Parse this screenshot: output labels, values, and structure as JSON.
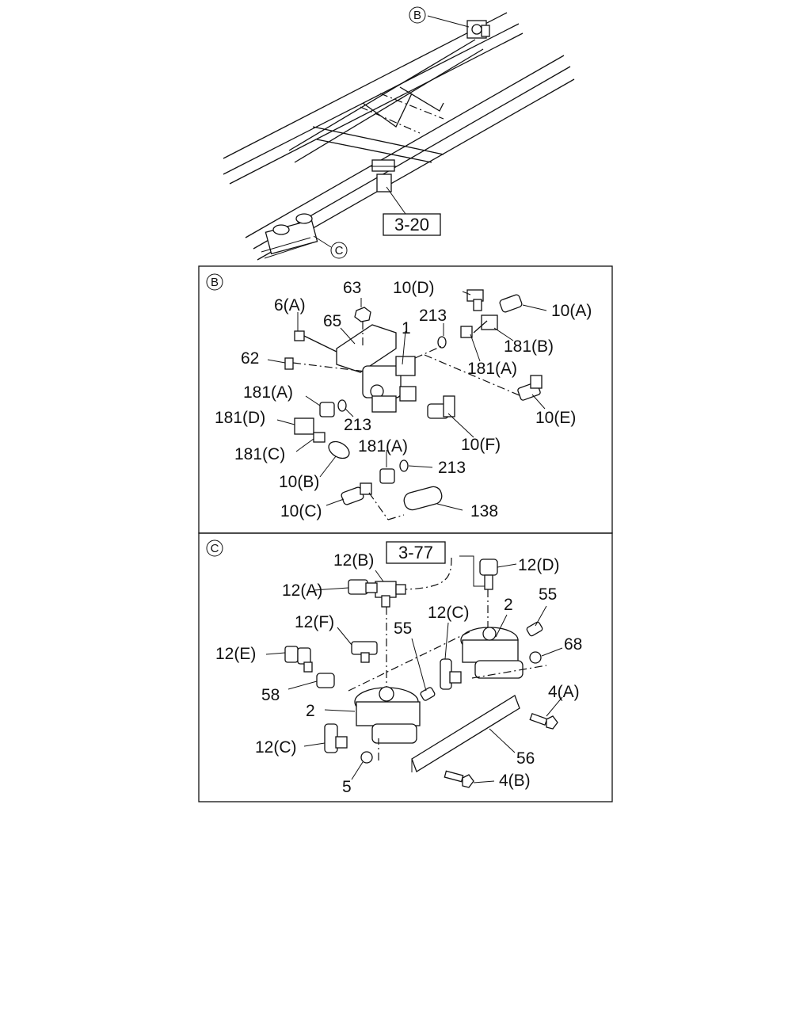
{
  "overview": {
    "callout_b": "B",
    "callout_c": "C",
    "ref_box": "3-20"
  },
  "panel_b": {
    "tag": "B",
    "labels": {
      "p63": "63",
      "p10d": "10(D)",
      "p6a": "6(A)",
      "p65": "65",
      "p10a": "10(A)",
      "p213a": "213",
      "p1": "1",
      "p181b": "181(B)",
      "p62": "62",
      "p181a_r": "181(A)",
      "p181a_l": "181(A)",
      "p10e": "10(E)",
      "p213b": "213",
      "p181d": "181(D)",
      "p10f": "10(F)",
      "p181c": "181(C)",
      "p181a_m": "181(A)",
      "p213c": "213",
      "p10b": "10(B)",
      "p10c": "10(C)",
      "p138": "138"
    }
  },
  "panel_c": {
    "tag": "C",
    "ref_box": "3-77",
    "labels": {
      "p12b": "12(B)",
      "p12d": "12(D)",
      "p12a": "12(A)",
      "p55a": "55",
      "p2a": "2",
      "p12f": "12(F)",
      "p55b": "55",
      "p12c_a": "12(C)",
      "p68": "68",
      "p12e": "12(E)",
      "p58": "58",
      "p4a": "4(A)",
      "p2b": "2",
      "p12c_b": "12(C)",
      "p56": "56",
      "p5": "5",
      "p4b": "4(B)"
    }
  }
}
